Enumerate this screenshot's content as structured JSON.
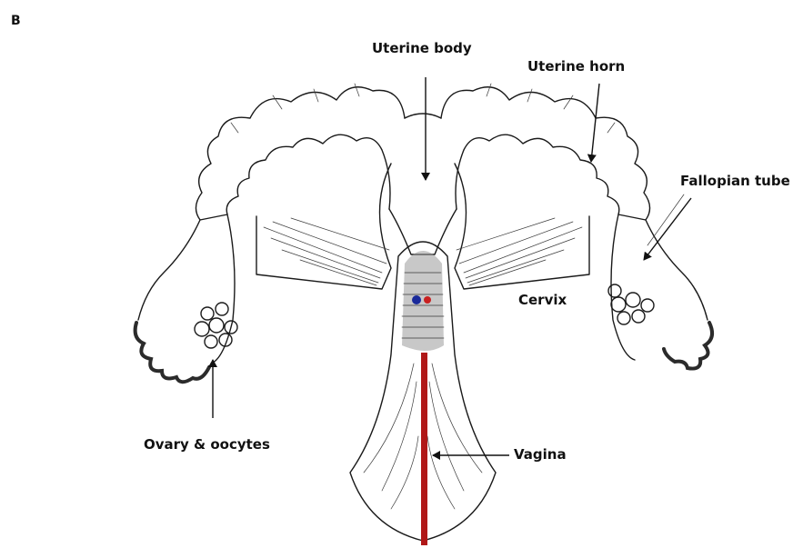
{
  "panel_letter": "B",
  "labels": {
    "uterine_body": "Uterine body",
    "uterine_horn": "Uterine horn",
    "fallopian_tube": "Fallopian tube",
    "cervix": "Cervix",
    "ovary_oocytes": "Ovary & oocytes",
    "vagina": "Vagina"
  },
  "colors": {
    "line": "#1a1a1a",
    "catheter": "#b01818",
    "cervical_fill": "#9a9a9a",
    "marker_blue": "#1a2a9a",
    "marker_red": "#c82020"
  }
}
